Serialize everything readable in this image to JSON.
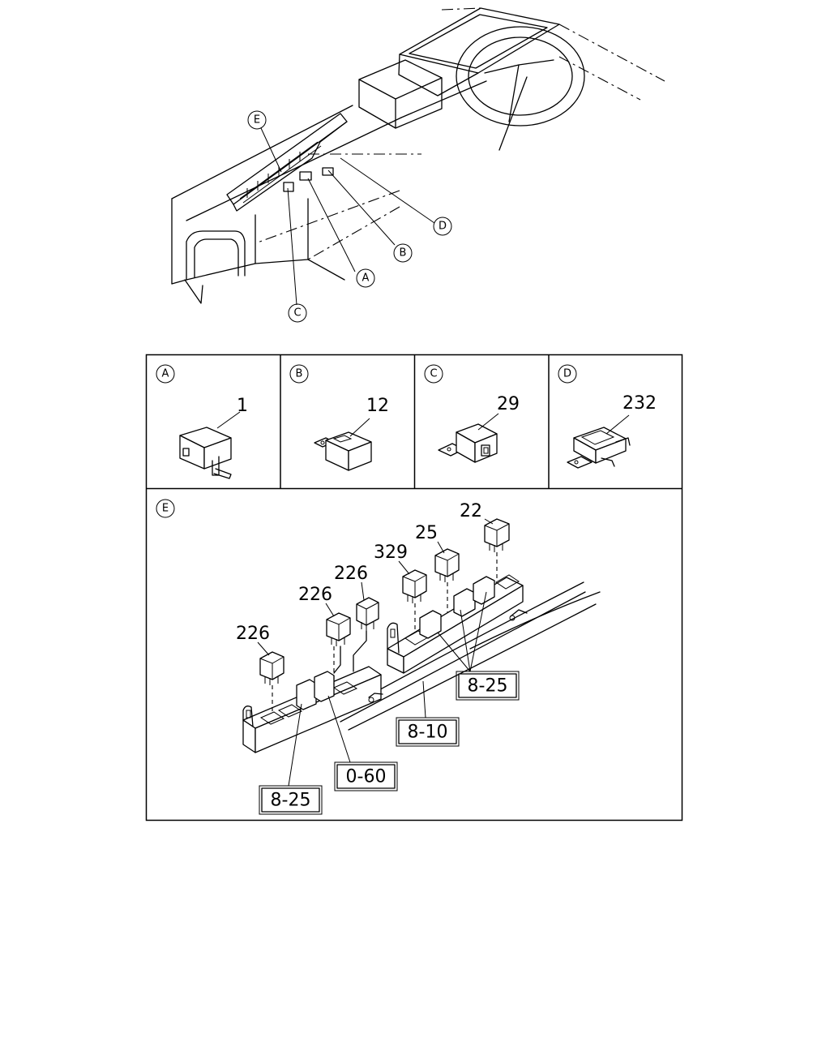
{
  "overview": {
    "callouts": {
      "a": "A",
      "b": "B",
      "c": "C",
      "d": "D",
      "e": "E"
    }
  },
  "panels": [
    {
      "callout": "A",
      "part": "1"
    },
    {
      "callout": "B",
      "part": "12"
    },
    {
      "callout": "C",
      "part": "29"
    },
    {
      "callout": "D",
      "part": "232"
    }
  ],
  "detail_e": {
    "callout": "E",
    "relay_parts": [
      "226",
      "226",
      "226",
      "329",
      "25",
      "22"
    ],
    "refs": {
      "left_block": "8-25",
      "right_block": "8-25",
      "harness": "8-10",
      "fuse_box": "0-60"
    }
  }
}
